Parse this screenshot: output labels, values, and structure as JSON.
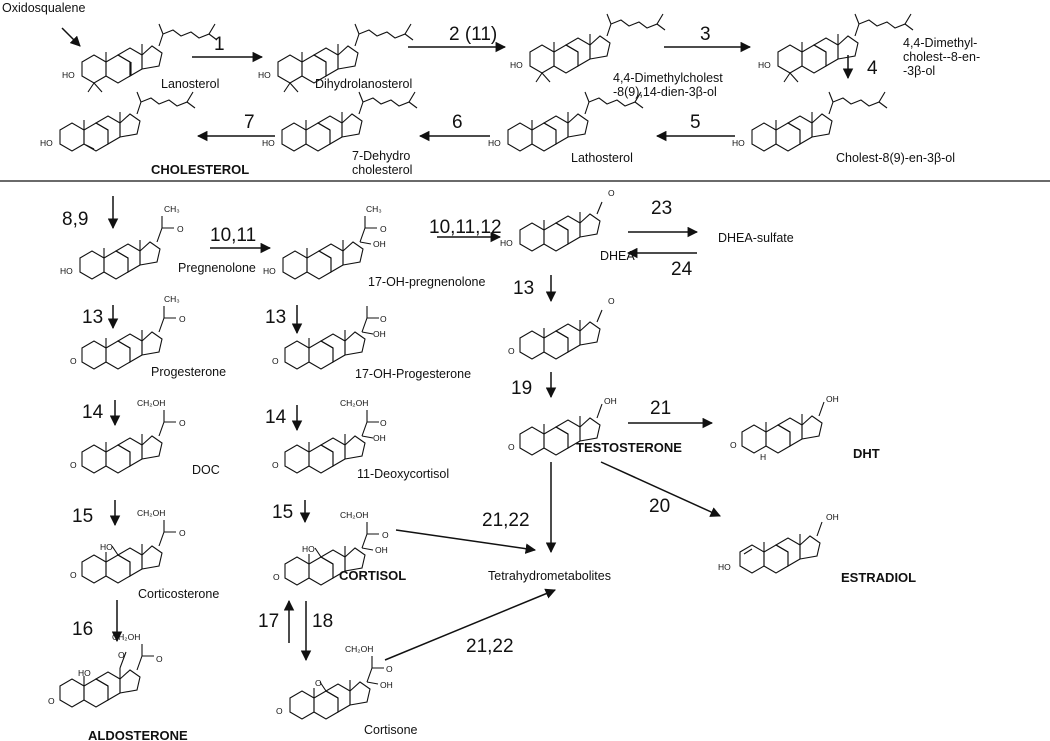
{
  "compounds": [
    {
      "id": "oxidosqualene",
      "label": "Oxidosqualene",
      "bold": false
    },
    {
      "id": "lanosterol",
      "label": "Lanosterol",
      "bold": false
    },
    {
      "id": "dihydrolanosterol",
      "label": "Dihydrolanosterol",
      "bold": false
    },
    {
      "id": "dimethylcholestdienol",
      "label": "4,4-Dimethylcholest\n-8(9),14-dien-3β-ol",
      "bold": false
    },
    {
      "id": "dimethylcholestenol",
      "label": "4,4-Dimethyl-\ncholest--8-en-\n-3β-ol",
      "bold": false
    },
    {
      "id": "cholestenol",
      "label": "Cholest-8(9)-en-3β-ol",
      "bold": false
    },
    {
      "id": "lathosterol",
      "label": "Lathosterol",
      "bold": false
    },
    {
      "id": "dehydrocholesterol",
      "label": "7-Dehydro\ncholesterol",
      "bold": false
    },
    {
      "id": "cholesterol",
      "label": "CHOLESTEROL",
      "bold": true
    },
    {
      "id": "pregnenolone",
      "label": "Pregnenolone",
      "bold": false
    },
    {
      "id": "ohpregnenolone",
      "label": "17-OH-pregnenolone",
      "bold": false
    },
    {
      "id": "dhea",
      "label": "DHEA",
      "bold": false
    },
    {
      "id": "dheasulfate",
      "label": "DHEA-sulfate",
      "bold": false
    },
    {
      "id": "progesterone",
      "label": "Progesterone",
      "bold": false
    },
    {
      "id": "ohprogesterone",
      "label": "17-OH-Progesterone",
      "bold": false
    },
    {
      "id": "doc",
      "label": "DOC",
      "bold": false
    },
    {
      "id": "deoxycortisol",
      "label": "11-Deoxycortisol",
      "bold": false
    },
    {
      "id": "testosterone",
      "label": "TESTOSTERONE",
      "bold": true
    },
    {
      "id": "dht",
      "label": "DHT",
      "bold": true
    },
    {
      "id": "corticosterone",
      "label": "Corticosterone",
      "bold": false
    },
    {
      "id": "cortisol",
      "label": "CORTISOL",
      "bold": true
    },
    {
      "id": "tetrahydrometabolites",
      "label": "Tetrahydrometabolites",
      "bold": false
    },
    {
      "id": "estradiol",
      "label": "ESTRADIOL",
      "bold": true
    },
    {
      "id": "aldosterone",
      "label": "ALDOSTERONE",
      "bold": true
    },
    {
      "id": "cortisone",
      "label": "Cortisone",
      "bold": false
    }
  ],
  "steps": [
    {
      "id": "s1",
      "label": "1"
    },
    {
      "id": "s2",
      "label": "2 (11)"
    },
    {
      "id": "s3",
      "label": "3"
    },
    {
      "id": "s4",
      "label": "4"
    },
    {
      "id": "s5",
      "label": "5"
    },
    {
      "id": "s6",
      "label": "6"
    },
    {
      "id": "s7",
      "label": "7"
    },
    {
      "id": "s89",
      "label": "8,9"
    },
    {
      "id": "s1011a",
      "label": "10,11"
    },
    {
      "id": "s101112",
      "label": "10,11,12"
    },
    {
      "id": "s23",
      "label": "23"
    },
    {
      "id": "s24",
      "label": "24"
    },
    {
      "id": "s13a",
      "label": "13"
    },
    {
      "id": "s13b",
      "label": "13"
    },
    {
      "id": "s13c",
      "label": "13"
    },
    {
      "id": "s19",
      "label": "19"
    },
    {
      "id": "s14a",
      "label": "14"
    },
    {
      "id": "s14b",
      "label": "14"
    },
    {
      "id": "s21",
      "label": "21"
    },
    {
      "id": "s2122a",
      "label": "21,22"
    },
    {
      "id": "s20",
      "label": "20"
    },
    {
      "id": "s15a",
      "label": "15"
    },
    {
      "id": "s15b",
      "label": "15"
    },
    {
      "id": "s16",
      "label": "16"
    },
    {
      "id": "s17",
      "label": "17"
    },
    {
      "id": "s18",
      "label": "18"
    },
    {
      "id": "s2122b",
      "label": "21,22"
    }
  ],
  "atoms": {
    "oh": "OH",
    "ho": "HO",
    "o": "O",
    "h": "H",
    "ch3": "CH₃",
    "ch2oh": "CH₂OH"
  }
}
